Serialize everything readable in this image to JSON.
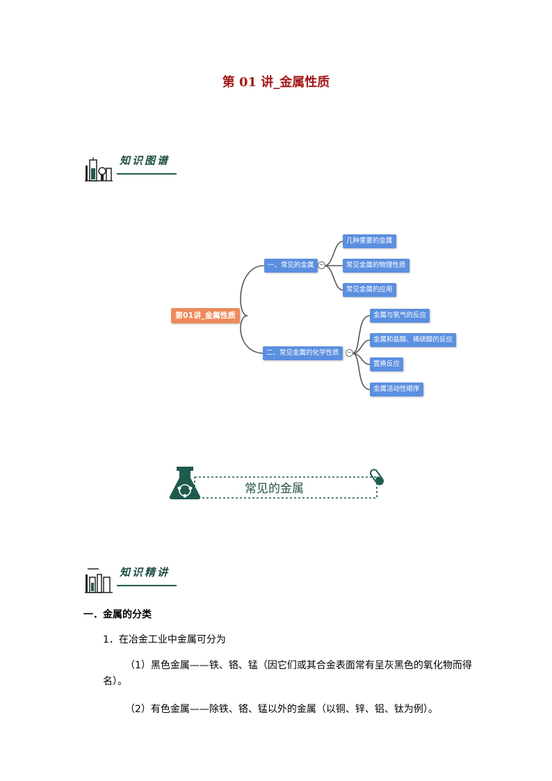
{
  "title": "第 01 讲_金属性质",
  "section_map": {
    "label": "知识图谱"
  },
  "mindmap": {
    "root": "第01讲_金属性质",
    "branch1": {
      "label": "一、常见的金属",
      "children": [
        "几种重要的金属",
        "常见金属的物理性质",
        "常见金属的应用"
      ]
    },
    "branch2": {
      "label": "二、常见金属的化学性质",
      "children": [
        "金属与氧气的反应",
        "金属和盐酸、稀硫酸的反应",
        "置换反应",
        "金属活动性顺序"
      ]
    },
    "toggle_symbol": "−"
  },
  "banner": {
    "text": "常见的金属"
  },
  "section_knowledge": {
    "label": "知识精讲"
  },
  "content": {
    "heading1": "一．金属的分类",
    "item1": "1．在冶金工业中金属可分为",
    "para1": "（1）黑色金属——铁、铬、锰（因它们或其合金表面常有呈灰黑色的氧化物而得名）。",
    "para2": "（2）有色金属——除铁、铬、锰以外的金属（以铜、锌、铝、钛为例）。"
  },
  "colors": {
    "title": "#a31a1a",
    "node": "#5b8fe0",
    "root": "#ee8a5a",
    "accent": "#1f5a4e"
  }
}
